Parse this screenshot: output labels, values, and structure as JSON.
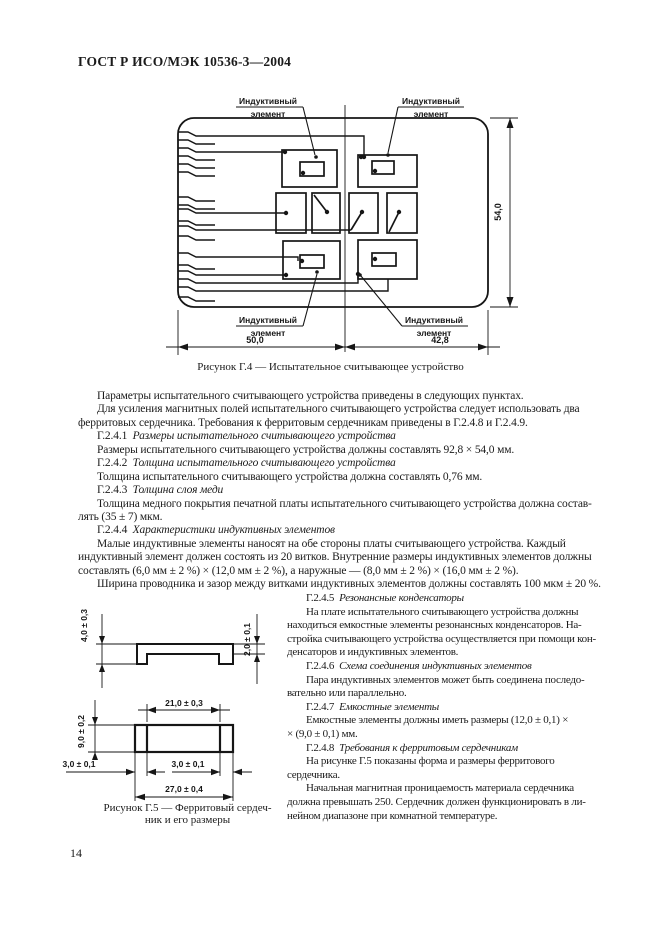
{
  "header": {
    "title": "ГОСТ Р ИСО/МЭК 10536-3—2004"
  },
  "page": {
    "number": "14"
  },
  "figure4": {
    "caption": "Рисунок Г.4 — Испытательное считывающее устройство",
    "callout": {
      "line1": "Индуктивный",
      "line2": "элемент"
    },
    "dims": {
      "left": "50,0",
      "right": "42,8",
      "height": "54,0"
    }
  },
  "section1": {
    "lines": [
      {
        "ind": 1,
        "text": "Параметры испытательного считывающего устройства приведены в следующих пунктах."
      },
      {
        "ind": 1,
        "text": "Для усиления магнитных полей испытательного считывающего устройства следует использовать два"
      },
      {
        "text": "ферритовых сердечника. Требования к ферритовым сердечникам приведены в Г.2.4.8 и Г.2.4.9."
      },
      {
        "ind": 1,
        "num": "Г.2.4.1",
        "it": "Размеры испытательного считывающего устройства"
      },
      {
        "ind": 1,
        "text": "Размеры испытательного считывающего устройства должны составлять 92,8 × 54,0 мм."
      },
      {
        "ind": 1,
        "num": "Г.2.4.2",
        "it": "Толщина испытательного считывающего устройства"
      },
      {
        "ind": 1,
        "text": "Толщина испытательного считывающего устройства должна составлять 0,76 мм."
      },
      {
        "ind": 1,
        "num": "Г.2.4.3",
        "it": "Толщина слоя меди"
      },
      {
        "ind": 1,
        "text": "Толщина медного покрытия печатной платы испытательного считывающего устройства должна состав-"
      },
      {
        "text": "лять (35 ± 7) мкм."
      },
      {
        "ind": 1,
        "num": "Г.2.4.4",
        "it": "Характеристики индуктивных элементов"
      },
      {
        "ind": 1,
        "text": "Малые индуктивные элементы наносят на обе стороны платы считывающего устройства. Каждый"
      },
      {
        "text": "индуктивный элемент должен состоять из 20 витков. Внутренние размеры индуктивных элементов должны"
      },
      {
        "text": "составлять (6,0 мм ± 2 %) × (12,0 мм ± 2 %), а наружные — (8,0 мм ± 2 %) × (16,0 мм ± 2 %)."
      },
      {
        "ind": 1,
        "text": "Ширина проводника и зазор между витками индуктивных элементов должны составлять 100 мкм ± 20 %."
      }
    ]
  },
  "column_right": {
    "lines": [
      {
        "ind": 1,
        "num": "Г.2.4.5",
        "it": "Резонансные конденсаторы"
      },
      {
        "ind": 1,
        "text": "На плате испытательного считывающего устройства должны"
      },
      {
        "text": "находиться емкостные элементы резонансных конденсаторов. На-"
      },
      {
        "text": "стройка считывающего устройства осуществляется при помощи кон-"
      },
      {
        "text": "денсаторов и индуктивных элементов."
      },
      {
        "ind": 1,
        "num": "Г.2.4.6",
        "it": "Схема соединения индуктивных элементов"
      },
      {
        "ind": 1,
        "text": "Пара индуктивных элементов может быть соединена последо-"
      },
      {
        "text": "вательно или параллельно."
      },
      {
        "ind": 1,
        "num": "Г.2.4.7",
        "it": "Емкостные элементы"
      },
      {
        "ind": 1,
        "text": "Емкостные элементы должны иметь размеры (12,0 ± 0,1) ×"
      },
      {
        "text": "× (9,0 ± 0,1) мм."
      },
      {
        "ind": 1,
        "num": "Г.2.4.8",
        "it": "Требования к ферритовым сердечникам"
      },
      {
        "ind": 1,
        "text": "На рисунке Г.5 показаны форма и размеры ферритового"
      },
      {
        "text": "сердечника."
      },
      {
        "ind": 1,
        "text": "Начальная магнитная проницаемость материала сердечника"
      },
      {
        "text": "должна превышать 250. Сердечник должен функционировать в ли-"
      },
      {
        "text": "нейном диапазоне при комнатной температуре."
      }
    ]
  },
  "figure5": {
    "caption1": "Рисунок Г.5 — Ферритовый сердеч-",
    "caption2": "ник и его размеры",
    "dims": {
      "side_height": "4,0 ± 0,3",
      "side_thickness": "2,0 ± 0,1",
      "top_height": "9,0 ± 0,2",
      "top_inner_width": "21,0 ± 0,3",
      "leg_left": "3,0 ± 0,1",
      "leg_right": "3,0 ± 0,1",
      "total_width": "27,0 ± 0,4"
    }
  }
}
